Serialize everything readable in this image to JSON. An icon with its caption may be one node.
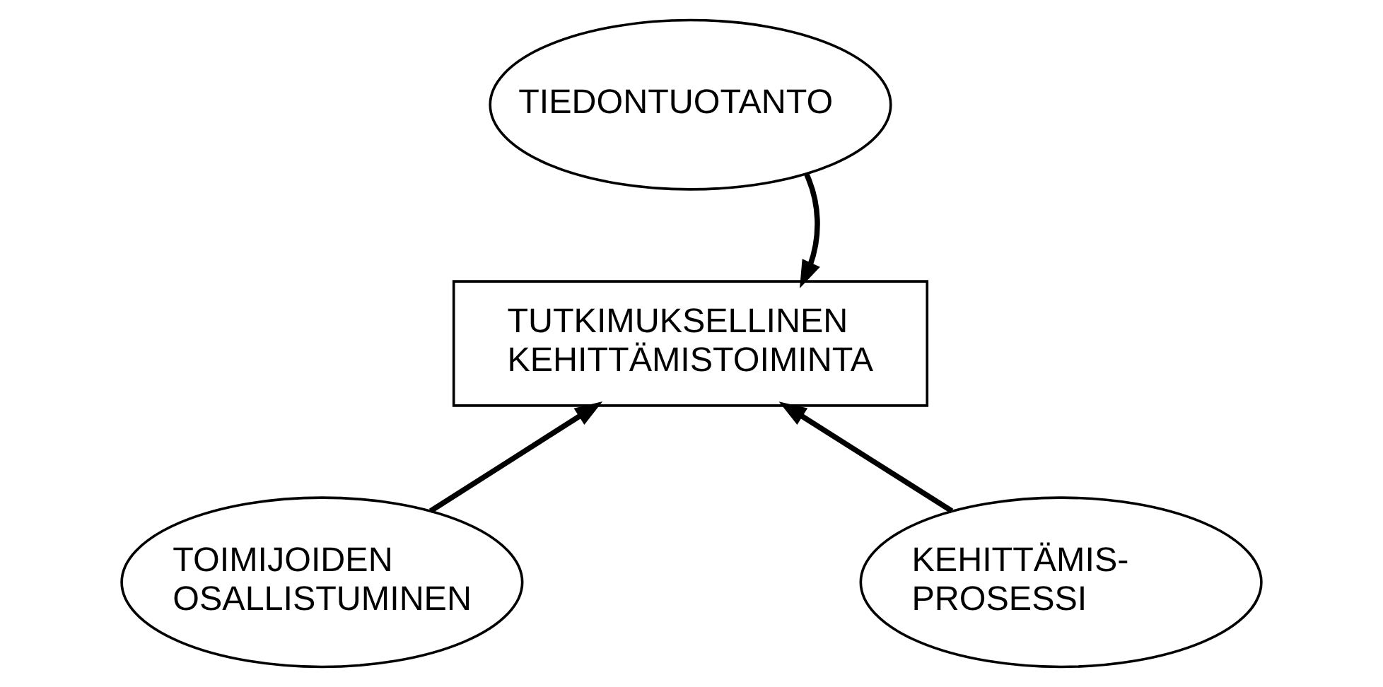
{
  "diagram": {
    "nodes": [
      {
        "text": [
          "TIEDONTUOTANTO"
        ]
      },
      {
        "text": [
          "TUTKIMUKSELLINEN KEHITTÄMISTOIMINTA"
        ]
      },
      {
        "text": [
          "TOIMIJOIDEN OSALLISTUMINEN"
        ]
      },
      {
        "text": [
          "KEHITTÄMIS- PROSESSI"
        ]
      }
    ],
    "edges": [
      {
        "from": 0,
        "to": 1,
        "arrow": "to"
      },
      {
        "from": 2,
        "to": 1,
        "arrow": "to"
      },
      {
        "from": 3,
        "to": 1,
        "arrow": "to"
      }
    ]
  }
}
